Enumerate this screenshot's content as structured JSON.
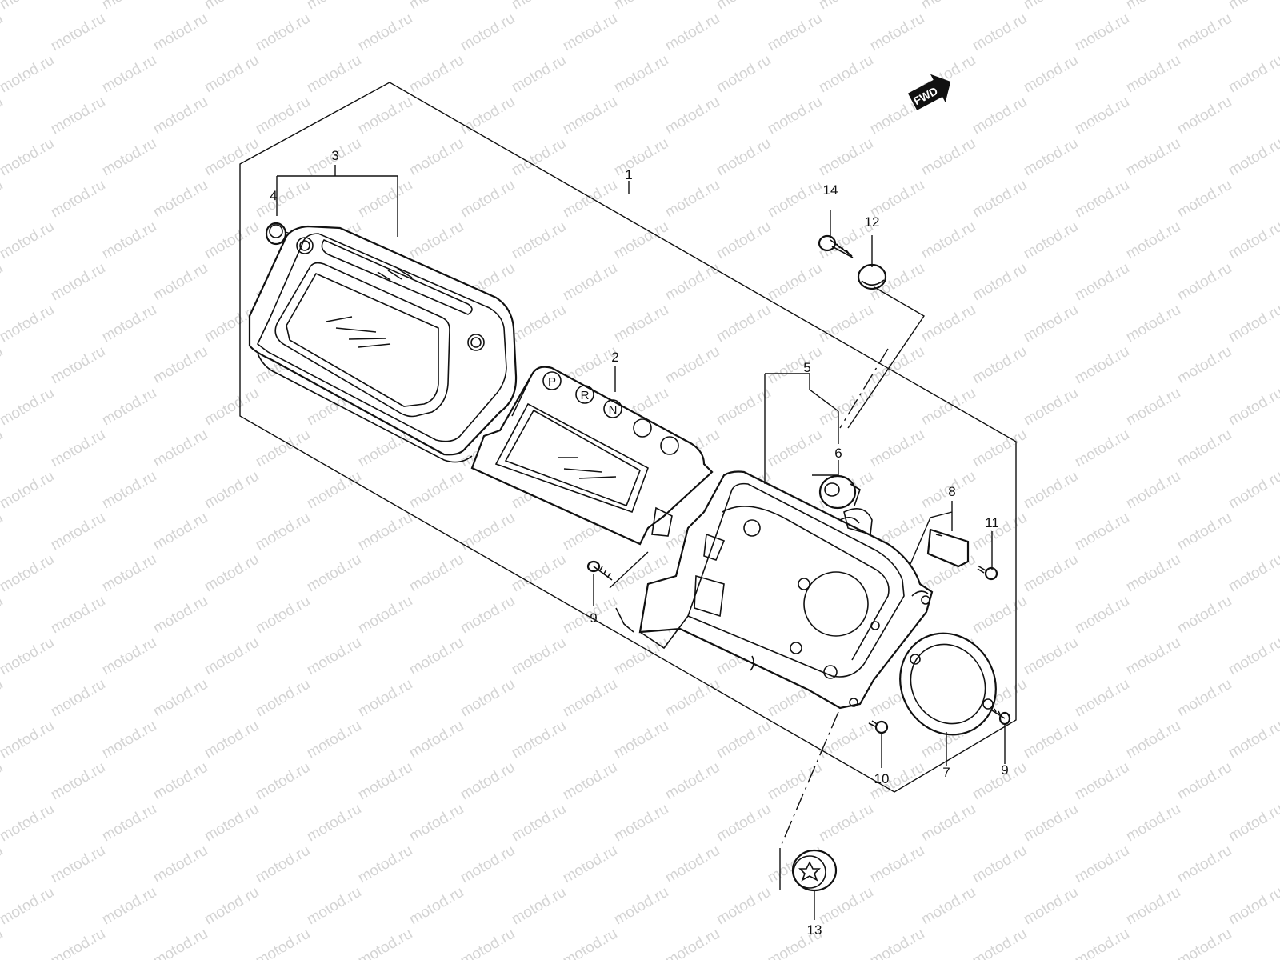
{
  "watermark": "motod.ru",
  "fwd_badge": "FWD",
  "callouts": {
    "c1": "1",
    "c2": "2",
    "c3": "3",
    "c4": "4",
    "c5": "5",
    "c6": "6",
    "c7": "7",
    "c8": "8",
    "c9a": "9",
    "c9b": "9",
    "c10": "10",
    "c11": "11",
    "c12": "12",
    "c13": "13",
    "c14": "14"
  },
  "indicator_letters": [
    "P",
    "R",
    "N"
  ],
  "colors": {
    "ink": "#111111",
    "watermark": "#d4d4d4",
    "paper": "#ffffff"
  }
}
